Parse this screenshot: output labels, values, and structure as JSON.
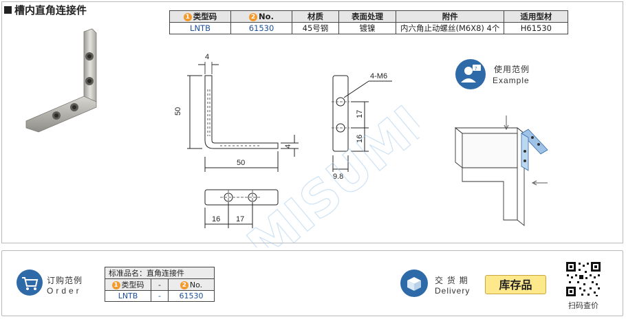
{
  "header": {
    "title": "槽内直角连接件"
  },
  "spec_table": {
    "headers": [
      {
        "num": "1",
        "text": "类型码"
      },
      {
        "num": "2",
        "text": "No."
      },
      {
        "num": "",
        "text": "材质"
      },
      {
        "num": "",
        "text": "表面处理"
      },
      {
        "num": "",
        "text": "附件"
      },
      {
        "num": "",
        "text": "适用型材"
      }
    ],
    "row": [
      "LNTB",
      "61530",
      "45号钢",
      "镀镍",
      "内六角止动螺丝(M6X8) 4个",
      "H61530"
    ]
  },
  "drawing": {
    "dims": {
      "thickness_top": "4",
      "height": "50",
      "width": "50",
      "thickness_side": "4",
      "hole_label": "4-M6",
      "pitch1": "17",
      "pitch2": "16",
      "depth": "9.8",
      "bottom_pitch1": "16",
      "bottom_pitch2": "17"
    }
  },
  "example": {
    "title": "使用范例",
    "subtitle": "Example"
  },
  "order": {
    "label_cn": "订购范例",
    "label_en": "Order",
    "product_title": "标准品名：直角连接件",
    "headers": [
      {
        "num": "1",
        "text": "类型码"
      },
      {
        "num": "",
        "text": "-"
      },
      {
        "num": "2",
        "text": "No."
      }
    ],
    "row": [
      "LNTB",
      "-",
      "61530"
    ]
  },
  "delivery": {
    "label_cn": "交 货 期",
    "label_en": "Delivery",
    "stock": "库存品"
  },
  "qr": {
    "caption": "扫码查价"
  },
  "colors": {
    "accent_blue": "#2f6aa8",
    "badge_orange": "#f29a2e",
    "stock_yellow": "#fde88c"
  }
}
